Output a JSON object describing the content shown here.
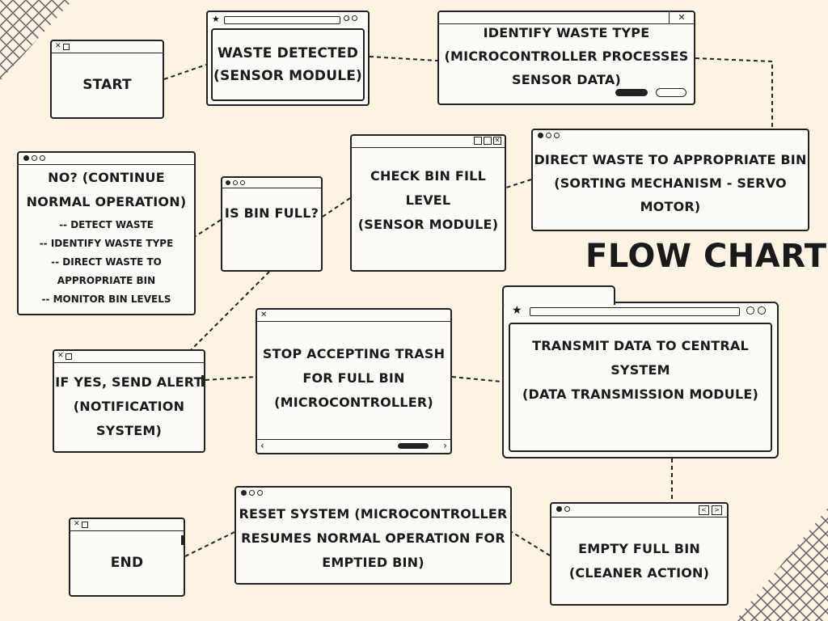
{
  "title": "FLOW CHART",
  "nodes": {
    "start": "START",
    "waste_detected": "WASTE DETECTED\n(SENSOR MODULE)",
    "identify_waste": "IDENTIFY WASTE TYPE\n(MICROCONTROLLER PROCESSES\nSENSOR DATA)",
    "direct_waste": "DIRECT WASTE TO APPROPRIATE BIN\n(SORTING MECHANISM - SERVO MOTOR)",
    "check_fill": "CHECK BIN FILL LEVEL\n(SENSOR MODULE)",
    "is_bin_full": "IS BIN FULL?",
    "no_continue": {
      "heading": "NO? (CONTINUE\nNORMAL OPERATION)",
      "items": [
        "-- DETECT WASTE",
        "-- IDENTIFY WASTE TYPE",
        "-- DIRECT WASTE TO\nAPPROPRIATE BIN",
        "-- MONITOR BIN LEVELS"
      ]
    },
    "send_alert": "IF YES, SEND ALERT\n(NOTIFICATION\nSYSTEM)",
    "stop_accepting": "STOP ACCEPTING TRASH\nFOR FULL BIN\n(MICROCONTROLLER)",
    "transmit": "TRANSMIT DATA TO CENTRAL SYSTEM\n(DATA TRANSMISSION MODULE)",
    "empty_bin": "EMPTY FULL BIN\n(CLEANER ACTION)",
    "reset": "RESET SYSTEM (MICROCONTROLLER\nRESUMES NORMAL OPERATION FOR\nEMPTIED BIN)",
    "end": "END"
  }
}
